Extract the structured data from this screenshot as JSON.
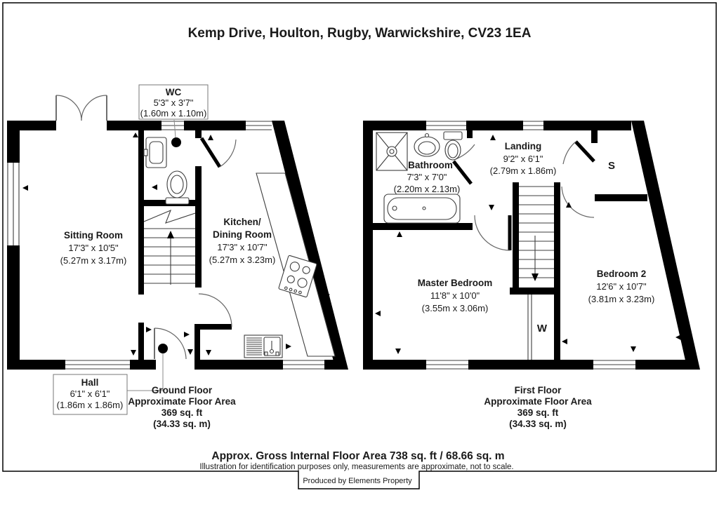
{
  "page": {
    "title": "Kemp Drive, Houlton, Rugby, Warwickshire, CV23 1EA",
    "footer": {
      "gross_area": "Approx. Gross Internal Floor Area 738 sq. ft / 68.66 sq. m",
      "disclaimer": "Illustration for identification purposes only, measurements are approximate, not to scale.",
      "producer": "Produced by Elements Property"
    },
    "colors": {
      "wall": "#000000",
      "line": "#3d3d3d",
      "background": "#ffffff"
    }
  },
  "ground_floor": {
    "caption": [
      "Ground Floor",
      "Approximate Floor Area",
      "369 sq. ft",
      "(34.33 sq. m)"
    ],
    "rooms": {
      "wc": {
        "name": "WC",
        "imperial": "5'3\" x 3'7\"",
        "metric": "(1.60m x 1.10m)"
      },
      "sitting_room": {
        "name": "Sitting Room",
        "imperial": "17'3\" x 10'5\"",
        "metric": "(5.27m x 3.17m)"
      },
      "kitchen": {
        "name_line1": "Kitchen/",
        "name_line2": "Dining Room",
        "imperial": "17'3\" x 10'7\"",
        "metric": "(5.27m x 3.23m)"
      },
      "hall": {
        "name": "Hall",
        "imperial": "6'1\" x 6'1\"",
        "metric": "(1.86m x 1.86m)"
      }
    }
  },
  "first_floor": {
    "caption": [
      "First Floor",
      "Approximate Floor Area",
      "369 sq. ft",
      "(34.33 sq. m)"
    ],
    "rooms": {
      "bathroom": {
        "name": "Bathroom",
        "imperial": "7'3\" x 7'0\"",
        "metric": "(2.20m x 2.13m)"
      },
      "landing": {
        "name": "Landing",
        "imperial": "9'2\" x 6'1\"",
        "metric": "(2.79m x 1.86m)"
      },
      "master_bedroom": {
        "name": "Master Bedroom",
        "imperial": "11'8\" x 10'0\"",
        "metric": "(3.55m x 3.06m)"
      },
      "bedroom_2": {
        "name": "Bedroom 2",
        "imperial": "12'6\" x 10'7\"",
        "metric": "(3.81m x 3.23m)"
      },
      "storage": {
        "label": "S"
      },
      "wardrobe": {
        "label": "W"
      }
    }
  }
}
